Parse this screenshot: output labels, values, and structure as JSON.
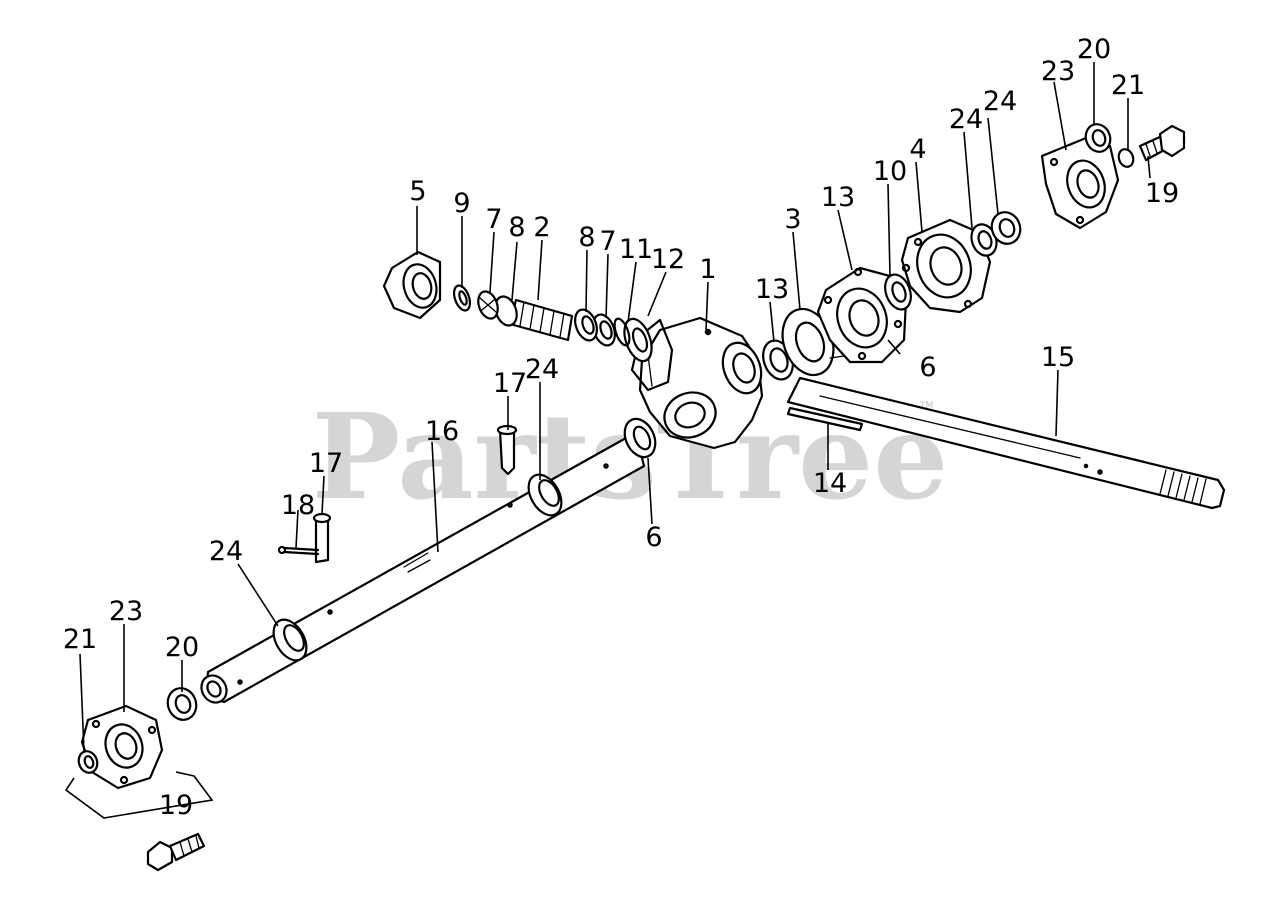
{
  "watermark": {
    "text": "PartsTree",
    "trademark": "TM"
  },
  "callouts": [
    {
      "id": "c1",
      "text": "1"
    },
    {
      "id": "c2",
      "text": "2"
    },
    {
      "id": "c3",
      "text": "3"
    },
    {
      "id": "c4",
      "text": "4"
    },
    {
      "id": "c5",
      "text": "5"
    },
    {
      "id": "c6a",
      "text": "6"
    },
    {
      "id": "c6b",
      "text": "6"
    },
    {
      "id": "c7a",
      "text": "7"
    },
    {
      "id": "c7b",
      "text": "7"
    },
    {
      "id": "c8a",
      "text": "8"
    },
    {
      "id": "c8b",
      "text": "8"
    },
    {
      "id": "c9",
      "text": "9"
    },
    {
      "id": "c10",
      "text": "10"
    },
    {
      "id": "c11",
      "text": "11"
    },
    {
      "id": "c12",
      "text": "12"
    },
    {
      "id": "c13a",
      "text": "13"
    },
    {
      "id": "c13b",
      "text": "13"
    },
    {
      "id": "c14",
      "text": "14"
    },
    {
      "id": "c15",
      "text": "15"
    },
    {
      "id": "c16",
      "text": "16"
    },
    {
      "id": "c17a",
      "text": "17"
    },
    {
      "id": "c17b",
      "text": "17"
    },
    {
      "id": "c18",
      "text": "18"
    },
    {
      "id": "c19a",
      "text": "19"
    },
    {
      "id": "c19b",
      "text": "19"
    },
    {
      "id": "c20a",
      "text": "20"
    },
    {
      "id": "c20b",
      "text": "20"
    },
    {
      "id": "c21a",
      "text": "21"
    },
    {
      "id": "c21b",
      "text": "21"
    },
    {
      "id": "c23a",
      "text": "23"
    },
    {
      "id": "c23b",
      "text": "23"
    },
    {
      "id": "c24a",
      "text": "24"
    },
    {
      "id": "c24b",
      "text": "24"
    },
    {
      "id": "c24c",
      "text": "24"
    },
    {
      "id": "c24d",
      "text": "24"
    }
  ]
}
